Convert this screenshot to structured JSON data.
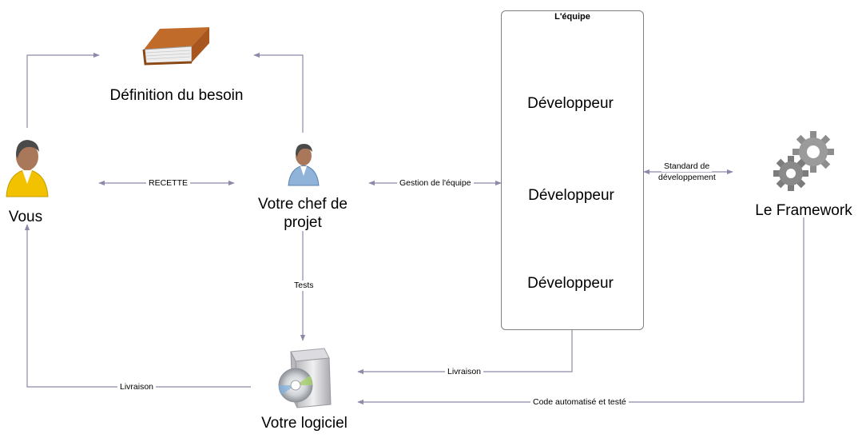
{
  "nodes": {
    "besoin": "Définition du besoin",
    "vous": "Vous",
    "chef_line1": "Votre chef de",
    "chef_line2": "projet",
    "logiciel": "Votre logiciel",
    "framework": "Le Framework",
    "team_title": "L'équipe",
    "dev1": "Développeur",
    "dev2": "Développeur",
    "dev3": "Développeur"
  },
  "edges": {
    "recette": "RECETTE",
    "gestion": "Gestion de l'équipe",
    "standard_line1": "Standard de",
    "standard_line2": "développement",
    "tests": "Tests",
    "livraison_team": "Livraison",
    "livraison_vous": "Livraison",
    "code": "Code automatisé et testé"
  },
  "icons": {
    "besoin": "book-icon",
    "vous": "user-yellow-icon",
    "chef": "user-blue-icon",
    "dev": "developers-group-icon",
    "framework": "gears-icon",
    "logiciel": "software-box-cd-icon"
  },
  "colors": {
    "connector": "#8c8aa8",
    "box_border": "#7f7f7f"
  }
}
